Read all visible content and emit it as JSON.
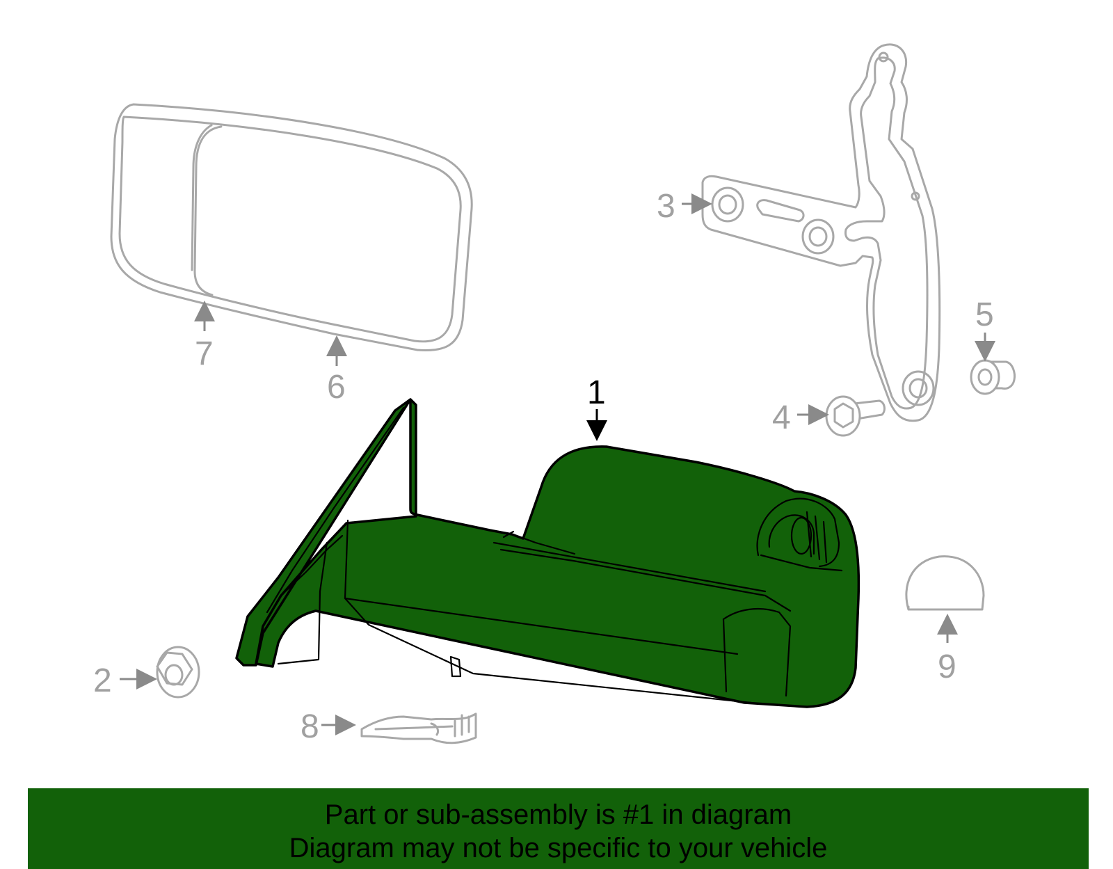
{
  "callouts": {
    "c1": "1",
    "c2": "2",
    "c3": "3",
    "c4": "4",
    "c5": "5",
    "c6": "6",
    "c7": "7",
    "c8": "8",
    "c9": "9"
  },
  "banner": {
    "line1": "Part or sub-assembly is #1 in diagram",
    "line2": "Diagram may not be specific to your vehicle"
  },
  "colors": {
    "highlight": "#126109",
    "outline_grey": "#a8a8a8",
    "background": "#ffffff"
  }
}
